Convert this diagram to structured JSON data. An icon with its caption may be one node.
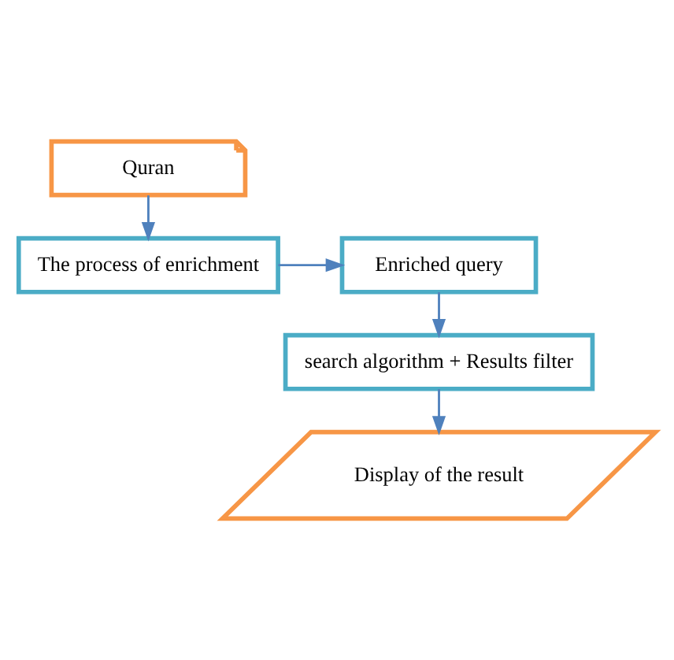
{
  "diagram": {
    "nodes": [
      {
        "text": [
          "Quran"
        ]
      },
      {
        "text": [
          "The process of enrichment"
        ]
      },
      {
        "text": [
          "Enriched query"
        ]
      },
      {
        "text": [
          "search algorithm + Results filter"
        ]
      },
      {
        "text": [
          "Display of the result"
        ]
      }
    ],
    "edges": [
      {
        "from": 0,
        "to": 1,
        "arrow": "to"
      },
      {
        "from": 1,
        "to": 2,
        "arrow": "to"
      },
      {
        "from": 2,
        "to": 3,
        "arrow": "to"
      },
      {
        "from": 3,
        "to": 4,
        "arrow": "to"
      }
    ]
  }
}
